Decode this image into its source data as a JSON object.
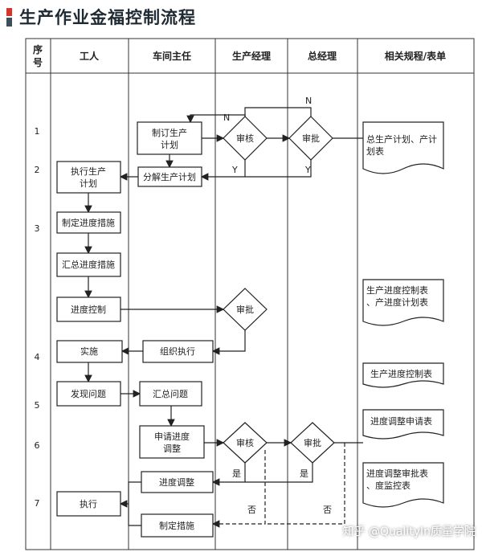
{
  "title": "生产作业金福控制流程",
  "columns": {
    "seq": "序号",
    "worker": "工人",
    "director": "车间主任",
    "prod_mgr": "生产经理",
    "gm": "总经理",
    "docs": "相关规程/表单"
  },
  "rows": [
    "1",
    "2",
    "3",
    "4",
    "5",
    "6",
    "7"
  ],
  "boxes": {
    "make_plan": "制订生产计划",
    "split_plan": "分解生产计划",
    "exec_plan": "执行生产计划",
    "set_measures": "制定进度措施",
    "sum_measures": "汇总进度措施",
    "progress_ctrl": "进度控制",
    "implement": "实施",
    "organize": "组织执行",
    "find_issue": "发现问题",
    "sum_issue": "汇总问题",
    "apply_adjust": "申请进度调整",
    "adjust": "进度调整",
    "execute": "执行",
    "make_measures": "制定措施"
  },
  "diamonds": {
    "review1": "审核",
    "approve1": "审批",
    "approve2": "审批",
    "review2": "审核",
    "approve3": "审批"
  },
  "edge_labels": {
    "n_top": "N",
    "n_mid": "N",
    "y1": "Y",
    "y2": "Y",
    "yes1": "是",
    "yes2": "是",
    "no1": "否",
    "no2": "否"
  },
  "docs": {
    "d1": "总生产计划、产计划表",
    "d2": "生产进度控制表、产进度计划表",
    "d3": "生产进度控制表",
    "d4": "进度调整申请表",
    "d5": "进度调整审批表、度监控表"
  },
  "watermark": "知乎 @QualityIn质量学院",
  "colors": {
    "accent_red": "#d9342b",
    "accent_dark": "#3c4f5c",
    "line": "#222222"
  }
}
